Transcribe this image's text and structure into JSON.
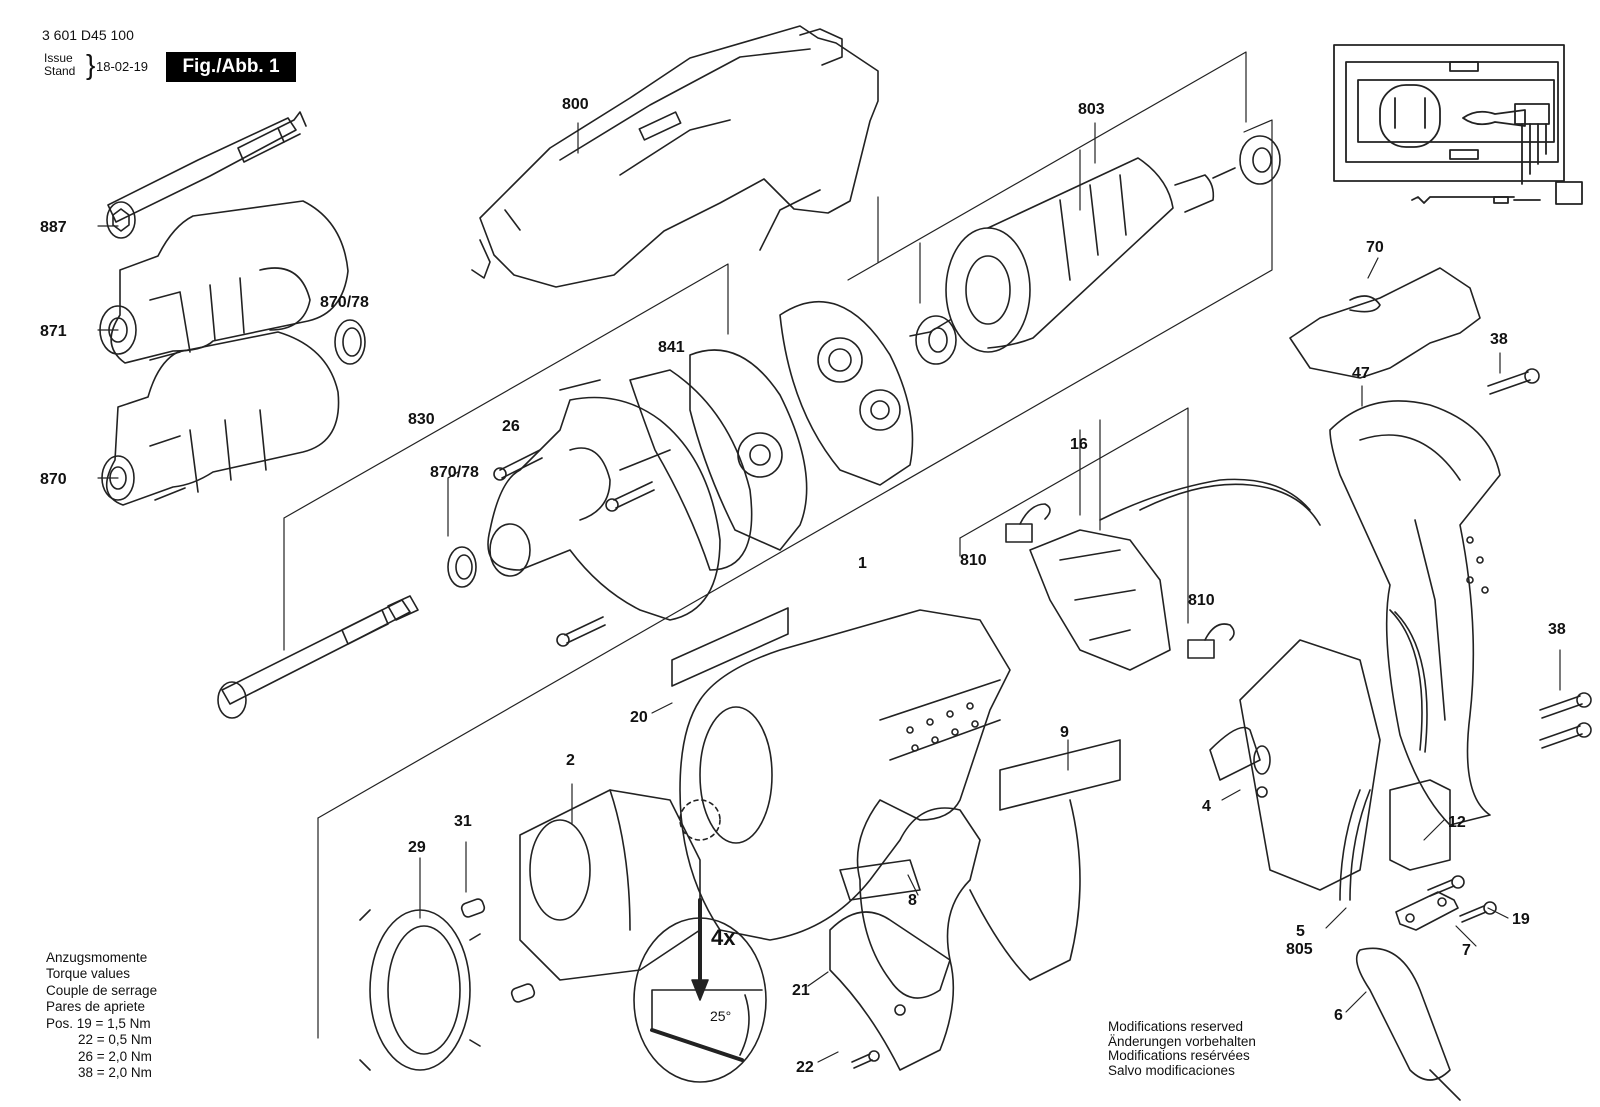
{
  "header": {
    "doc_code": "3 601 D45 100",
    "issue_label": "Issue",
    "stand_label": "Stand",
    "date": "18-02-19",
    "figure_label": "Fig./Abb. 1"
  },
  "part_labels": {
    "p800": "800",
    "p803": "803",
    "p887": "887",
    "p871": "871",
    "p870_78_top": "870/78",
    "p870": "870",
    "p841": "841",
    "p830": "830",
    "p26": "26",
    "p870_78_mid": "870/78",
    "p70": "70",
    "p38_top": "38",
    "p47": "47",
    "p16": "16",
    "p810_a": "810",
    "p810_b": "810",
    "p1": "1",
    "p20": "20",
    "p9": "9",
    "p38_bot": "38",
    "p2": "2",
    "p31": "31",
    "p29": "29",
    "p4": "4",
    "p12": "12",
    "p8": "8",
    "p4x": "4x",
    "p25deg": "25°",
    "p21": "21",
    "p22": "22",
    "p5": "5",
    "p805": "805",
    "p7": "7",
    "p19": "19",
    "p6": "6"
  },
  "torque": {
    "lines": [
      "Anzugsmomente",
      "Torque values",
      "Couple de serrage",
      "Pares de apriete"
    ],
    "values": [
      "Pos. 19 = 1,5 Nm",
      "22 = 0,5 Nm",
      "26 = 2,0 Nm",
      "38 = 2,0 Nm"
    ]
  },
  "modifications": [
    "Modifications reserved",
    "Änderungen vorbehalten",
    "Modifications resérvées",
    "Salvo modificaciones"
  ]
}
